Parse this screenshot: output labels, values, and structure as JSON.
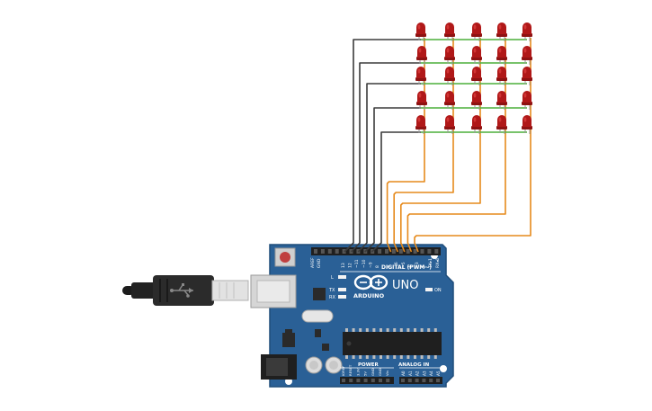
{
  "board": {
    "brand": "ARDUINO",
    "model": "UNO",
    "digital_label": "DIGITAL (PWM~)",
    "power_label": "POWER",
    "analog_label": "ANALOG IN",
    "on_label": "ON",
    "l_label": "L",
    "tx_label": "TX",
    "rx_label": "RX",
    "aref_label": "AREF",
    "gnd_label": "GND",
    "digital_pins": [
      "13",
      "12",
      "~11",
      "~10",
      "~9",
      "8",
      "7",
      "~6",
      "~5",
      "4",
      "~3",
      "2",
      "TX▸1",
      "RX◂0"
    ],
    "power_pins": [
      "IOREF",
      "RESET",
      "3.3V",
      "5V",
      "GND",
      "GND",
      "Vin"
    ],
    "analog_pins": [
      "A0",
      "A1",
      "A2",
      "A3",
      "A4",
      "A5"
    ]
  },
  "colors": {
    "board": "#2a6096",
    "board_edge": "#1f4d7a",
    "led": "#b01818",
    "led_highlight": "#e04040",
    "anode_wire": "#e68a1c",
    "cathode_wire": "#3b3b3b",
    "row_bus": "#4caf3a",
    "usb_plug": "#2b2b2b",
    "usb_b": "#d8d8d8"
  },
  "led_matrix": {
    "rows": 5,
    "cols": 5
  },
  "icons": {
    "usb": "usb-icon",
    "reset": "reset-button-icon",
    "logo": "arduino-infinity-logo"
  }
}
